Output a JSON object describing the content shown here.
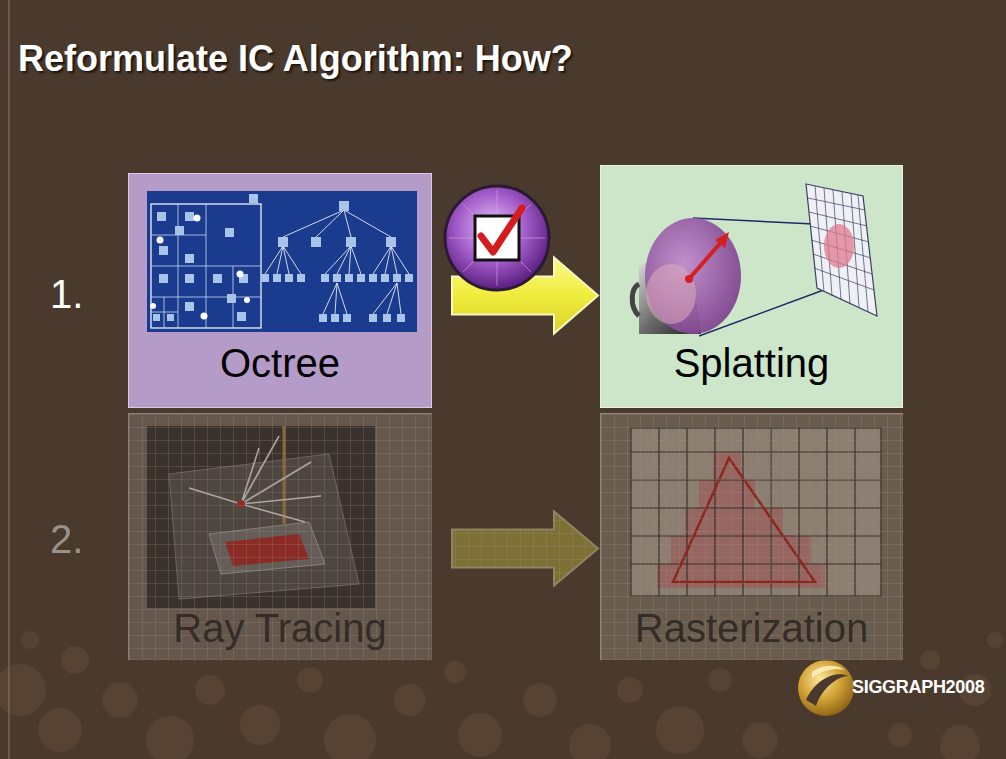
{
  "diagram": {
    "title": "Reformulate IC Algorithm: How?",
    "nodes": [
      {
        "text": [
          "Octree"
        ]
      },
      {
        "text": [
          "Splatting"
        ]
      },
      {
        "text": [
          "Ray Tracing"
        ]
      },
      {
        "text": [
          "Rasterization"
        ]
      }
    ],
    "edges": [
      {
        "from": 0,
        "to": 1,
        "arrow": "to"
      },
      {
        "from": 2,
        "to": 3,
        "arrow": "to"
      }
    ],
    "labels": [
      "1.",
      "2.",
      "SIGGRAPH2008"
    ]
  }
}
